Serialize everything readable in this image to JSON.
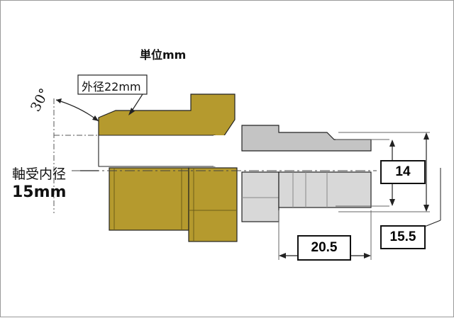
{
  "labels": {
    "unit": "単位mm",
    "outer_diameter": "外径22mm",
    "bore_name": "軸受内径",
    "bore_value": "15mm",
    "angle": "30°",
    "dim_14": "14",
    "dim_15_5": "15.5",
    "dim_20_5": "20.5"
  },
  "colors": {
    "brass": "#b59a2e",
    "brass_dark": "#8e7a1f",
    "steel": "#c4c4c4",
    "steel_dark": "#8a8a8a",
    "line": "#222222"
  }
}
